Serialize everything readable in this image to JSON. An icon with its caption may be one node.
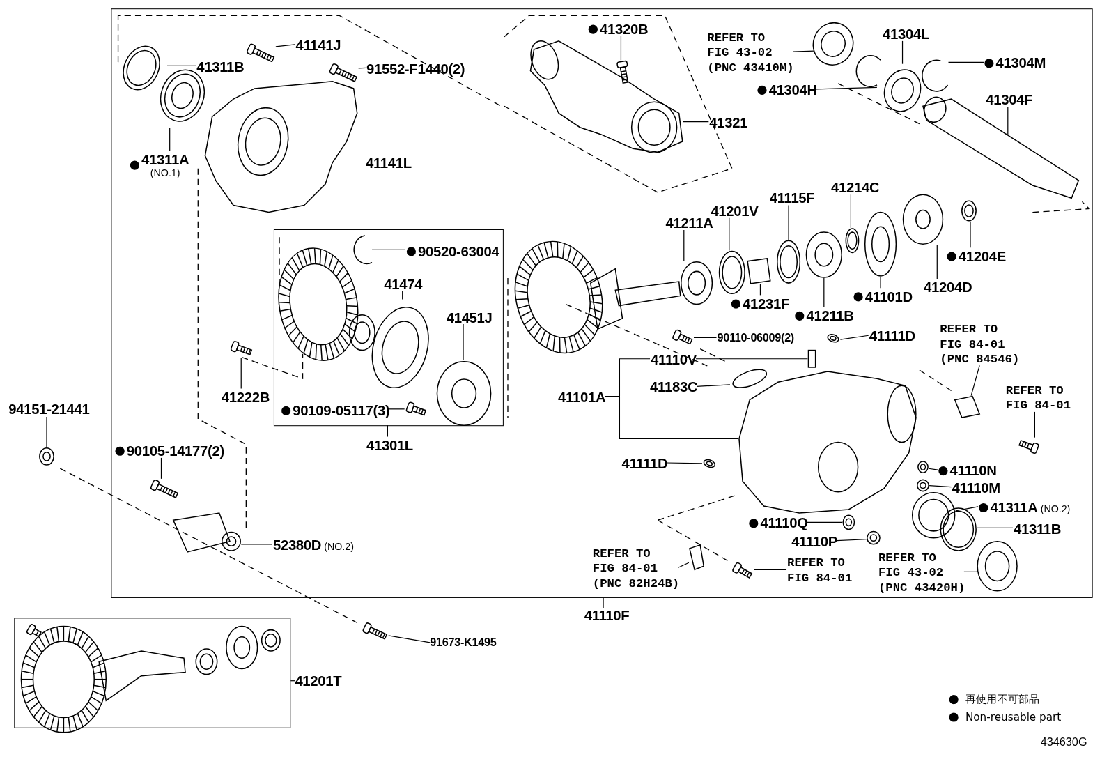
{
  "diagram": {
    "nodes": [
      {
        "text": [],
        "shape": "box"
      },
      {
        "text": [],
        "shape": "box",
        "in": 0
      },
      {
        "text": [],
        "shape": "box"
      },
      {
        "text": [
          "41141J"
        ],
        "in": 0
      },
      {
        "text": [
          "91552-F1440(2)"
        ],
        "in": 0
      },
      {
        "text": [
          "41311B"
        ],
        "in": 0
      },
      {
        "text": [
          "41311A",
          "(NO.1)"
        ],
        "in": 0
      },
      {
        "text": [
          "41141L"
        ],
        "in": 0
      },
      {
        "text": [
          "41320B"
        ],
        "in": 0
      },
      {
        "text": [
          "REFER TO FIG 43-02 (PNC 43410M)"
        ],
        "in": 0
      },
      {
        "text": [
          "41304L"
        ],
        "in": 0
      },
      {
        "text": [
          "41304M"
        ],
        "in": 0
      },
      {
        "text": [
          "41304H"
        ],
        "in": 0
      },
      {
        "text": [
          "41304F"
        ],
        "in": 0
      },
      {
        "text": [
          "41321"
        ],
        "in": 0
      },
      {
        "text": [
          "41211A"
        ],
        "in": 0
      },
      {
        "text": [
          "41201V"
        ],
        "in": 0
      },
      {
        "text": [
          "41115F"
        ],
        "in": 0
      },
      {
        "text": [
          "41214C"
        ],
        "in": 0
      },
      {
        "text": [
          "41231F"
        ],
        "in": 0
      },
      {
        "text": [
          "41211B"
        ],
        "in": 0
      },
      {
        "text": [
          "41101D"
        ],
        "in": 0
      },
      {
        "text": [
          "41204E"
        ],
        "in": 0
      },
      {
        "text": [
          "41204D"
        ],
        "in": 0
      },
      {
        "text": [
          "90520-63004"
        ],
        "in": 1
      },
      {
        "text": [
          "41474"
        ],
        "in": 1
      },
      {
        "text": [
          "41451J"
        ],
        "in": 1
      },
      {
        "text": [
          "41222B"
        ],
        "in": 0
      },
      {
        "text": [
          "90109-05117(3)"
        ],
        "in": 1
      },
      {
        "text": [
          "41301L"
        ],
        "in": 0
      },
      {
        "text": [
          "94151-21441"
        ]
      },
      {
        "text": [
          "90105-14177(2)"
        ],
        "in": 0
      },
      {
        "text": [
          "52380D",
          "(NO.2)"
        ],
        "in": 0
      },
      {
        "text": [
          "90110-06009(2)"
        ],
        "in": 0
      },
      {
        "text": [
          "41111D"
        ],
        "in": 0
      },
      {
        "text": [
          "REFER TO FIG 84-01 (PNC 84546)"
        ],
        "in": 0
      },
      {
        "text": [
          "41110V"
        ],
        "in": 0
      },
      {
        "text": [
          "41101A"
        ],
        "in": 0
      },
      {
        "text": [
          "41183C"
        ],
        "in": 0
      },
      {
        "text": [
          "REFER TO FIG 84-01"
        ],
        "in": 0
      },
      {
        "text": [
          "41111D"
        ],
        "in": 0
      },
      {
        "text": [
          "41110N"
        ],
        "in": 0
      },
      {
        "text": [
          "41110M"
        ],
        "in": 0
      },
      {
        "text": [
          "41311A",
          "(NO.2)"
        ],
        "in": 0
      },
      {
        "text": [
          "41311B"
        ],
        "in": 0
      },
      {
        "text": [
          "41110Q"
        ],
        "in": 0
      },
      {
        "text": [
          "41110P"
        ],
        "in": 0
      },
      {
        "text": [
          "REFER TO FIG 84-01 (PNC 82H24B)"
        ],
        "in": 0
      },
      {
        "text": [
          "REFER TO FIG 84-01"
        ],
        "in": 0
      },
      {
        "text": [
          "REFER TO FIG 43-02 (PNC 43420H)"
        ],
        "in": 0
      },
      {
        "text": [
          "41110F"
        ]
      },
      {
        "text": [
          "91673-K1495"
        ]
      },
      {
        "text": [
          "41201T"
        ]
      },
      {
        "text": [],
        "shape": "picture",
        "in": 0
      },
      {
        "text": [],
        "shape": "picture",
        "in": 0
      },
      {
        "text": [],
        "shape": "picture",
        "in": 0
      },
      {
        "text": [],
        "shape": "picture",
        "in": 0
      },
      {
        "text": [],
        "shape": "picture",
        "in": 0
      },
      {
        "text": [],
        "shape": "picture",
        "in": 0
      },
      {
        "text": [],
        "shape": "picture",
        "in": 0
      },
      {
        "text": [],
        "shape": "picture",
        "in": 0
      },
      {
        "text": [],
        "shape": "picture",
        "in": 0
      },
      {
        "text": [],
        "shape": "picture",
        "in": 0
      },
      {
        "text": [],
        "shape": "picture",
        "in": 0
      },
      {
        "text": [],
        "shape": "picture",
        "in": 0
      },
      {
        "text": [],
        "shape": "picture",
        "in": 0
      },
      {
        "text": [],
        "shape": "picture",
        "in": 0
      },
      {
        "text": [],
        "shape": "picture",
        "in": 0
      },
      {
        "text": [],
        "shape": "picture",
        "in": 0
      },
      {
        "text": [],
        "shape": "box",
        "in": 0
      },
      {
        "text": [],
        "shape": "picture",
        "in": 0
      },
      {
        "text": [],
        "shape": "picture",
        "in": 0
      },
      {
        "text": [],
        "shape": "picture",
        "in": 0
      },
      {
        "text": [],
        "shape": "picture",
        "in": 0
      },
      {
        "text": [],
        "shape": "picture",
        "in": 1
      },
      {
        "text": [],
        "shape": "picture",
        "in": 1
      },
      {
        "text": [],
        "shape": "picture",
        "in": 1
      },
      {
        "text": [],
        "shape": "picture",
        "in": 0
      },
      {
        "text": [],
        "shape": "picture",
        "in": 1
      },
      {
        "text": [],
        "shape": "picture"
      },
      {
        "text": [],
        "shape": "picture",
        "in": 0
      },
      {
        "text": [],
        "shape": "picture",
        "in": 0
      },
      {
        "text": [],
        "shape": "picture",
        "in": 0
      },
      {
        "text": [],
        "shape": "picture",
        "in": 0
      },
      {
        "text": [],
        "shape": "picture",
        "in": 0
      },
      {
        "text": [],
        "shape": "box",
        "in": 0
      },
      {
        "text": [],
        "shape": "picture",
        "in": 0
      },
      {
        "text": [],
        "shape": "circle",
        "in": 0
      },
      {
        "text": [],
        "shape": "picture",
        "in": 0
      },
      {
        "text": [],
        "shape": "picture",
        "in": 0
      },
      {
        "text": [],
        "shape": "picture",
        "in": 0
      },
      {
        "text": [],
        "shape": "picture",
        "in": 0
      },
      {
        "text": [],
        "shape": "picture",
        "in": 0
      },
      {
        "text": [],
        "shape": "picture",
        "in": 0
      },
      {
        "text": [],
        "shape": "picture",
        "in": 0
      },
      {
        "text": [],
        "shape": "picture",
        "in": 0
      },
      {
        "text": [],
        "shape": "picture",
        "in": 0
      },
      {
        "text": [],
        "shape": "picture",
        "in": 0
      },
      {
        "text": [],
        "shape": "picture",
        "in": 0
      },
      {
        "text": [],
        "shape": "picture"
      }
    ],
    "edges": [
      {
        "from": 3,
        "to": 53,
        "arrow": "none"
      },
      {
        "from": 4,
        "to": 54,
        "arrow": "none"
      },
      {
        "from": 5,
        "to": 55,
        "arrow": "none"
      },
      {
        "from": 6,
        "to": 56,
        "arrow": "none"
      },
      {
        "from": 7,
        "to": 57,
        "arrow": "none"
      },
      {
        "from": 8,
        "to": 58,
        "arrow": "none"
      },
      {
        "from": 9,
        "to": 59,
        "arrow": "none"
      },
      {
        "from": 10,
        "to": 60,
        "arrow": "none"
      },
      {
        "from": 11,
        "to": 61,
        "arrow": "none"
      },
      {
        "from": 12,
        "to": 62,
        "arrow": "none"
      },
      {
        "from": 13,
        "to": 63,
        "arrow": "none"
      },
      {
        "from": 14,
        "to": 64,
        "arrow": "none"
      },
      {
        "from": 15,
        "to": 65,
        "arrow": "none"
      },
      {
        "from": 16,
        "to": 66,
        "arrow": "none"
      },
      {
        "from": 17,
        "to": 67,
        "arrow": "none"
      },
      {
        "from": 18,
        "to": 68,
        "arrow": "none"
      },
      {
        "from": 19,
        "to": 69,
        "arrow": "none"
      },
      {
        "from": 20,
        "to": 70,
        "arrow": "none"
      },
      {
        "from": 21,
        "to": 71,
        "arrow": "none"
      },
      {
        "from": 22,
        "to": 72,
        "arrow": "none"
      },
      {
        "from": 23,
        "to": 73,
        "arrow": "none"
      },
      {
        "from": 24,
        "to": 74,
        "arrow": "none"
      },
      {
        "from": 25,
        "to": 75,
        "arrow": "none"
      },
      {
        "from": 26,
        "to": 76,
        "arrow": "none"
      },
      {
        "from": 27,
        "to": 77,
        "arrow": "none"
      },
      {
        "from": 28,
        "to": 78,
        "arrow": "none"
      },
      {
        "from": 29,
        "to": 1,
        "arrow": "none"
      },
      {
        "from": 30,
        "to": 79,
        "arrow": "none"
      },
      {
        "from": 31,
        "to": 80,
        "arrow": "none"
      },
      {
        "from": 32,
        "to": 81,
        "arrow": "none"
      },
      {
        "from": 33,
        "to": 82,
        "arrow": "none"
      },
      {
        "from": 34,
        "to": 83,
        "arrow": "none"
      },
      {
        "from": 35,
        "to": 84,
        "arrow": "none"
      },
      {
        "from": 36,
        "to": 85,
        "arrow": "none"
      },
      {
        "from": 37,
        "to": 36,
        "arrow": "none"
      },
      {
        "from": 37,
        "to": 86,
        "arrow": "none"
      },
      {
        "from": 38,
        "to": 87,
        "arrow": "none"
      },
      {
        "from": 39,
        "to": 88,
        "arrow": "none"
      },
      {
        "from": 40,
        "to": 89,
        "arrow": "none"
      },
      {
        "from": 41,
        "to": 90,
        "arrow": "none"
      },
      {
        "from": 42,
        "to": 91,
        "arrow": "none"
      },
      {
        "from": 43,
        "to": 92,
        "arrow": "none"
      },
      {
        "from": 44,
        "to": 93,
        "arrow": "none"
      },
      {
        "from": 45,
        "to": 94,
        "arrow": "none"
      },
      {
        "from": 46,
        "to": 95,
        "arrow": "none"
      },
      {
        "from": 47,
        "to": 96,
        "arrow": "none"
      },
      {
        "from": 48,
        "to": 97,
        "arrow": "none"
      },
      {
        "from": 49,
        "to": 98,
        "arrow": "none"
      },
      {
        "from": 50,
        "to": 0,
        "arrow": "none"
      },
      {
        "from": 51,
        "to": 99,
        "arrow": "none"
      },
      {
        "from": 52,
        "to": 2,
        "arrow": "none"
      }
    ],
    "labels": [
      "434630G"
    ],
    "legend": [
      {
        "text": "再使用不可部品"
      },
      {
        "text": "Non-reusable part"
      }
    ]
  }
}
